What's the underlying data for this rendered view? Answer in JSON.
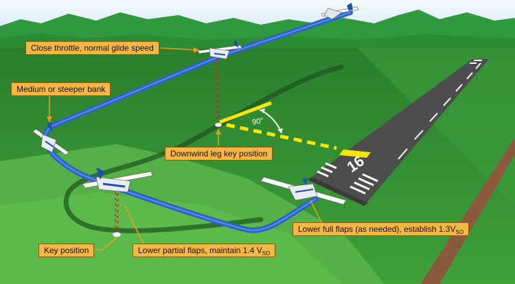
{
  "labels": {
    "close_throttle": "Close throttle, normal glide speed",
    "medium_bank": "Medium or steeper bank",
    "downwind_key": "Downwind leg key position",
    "key_position": "Key position",
    "lower_partial": "Lower partial flaps, maintain 1.4 V",
    "lower_partial_sub": "SO",
    "lower_full": "Lower full flaps (as needed), establish 1.3V",
    "lower_full_sub": "SO",
    "angle": "90°",
    "runway_number": "16"
  },
  "colors": {
    "sky": "#d3e7f3",
    "mountains": "#2e9a3d",
    "field": "#2f8a2f",
    "field_light": "#56b347",
    "path": "#2f62c9",
    "callout": "#f6b744",
    "runway": "#4d4d4d",
    "marker_yellow": "#ffe600",
    "drop_line": "#c62828"
  }
}
